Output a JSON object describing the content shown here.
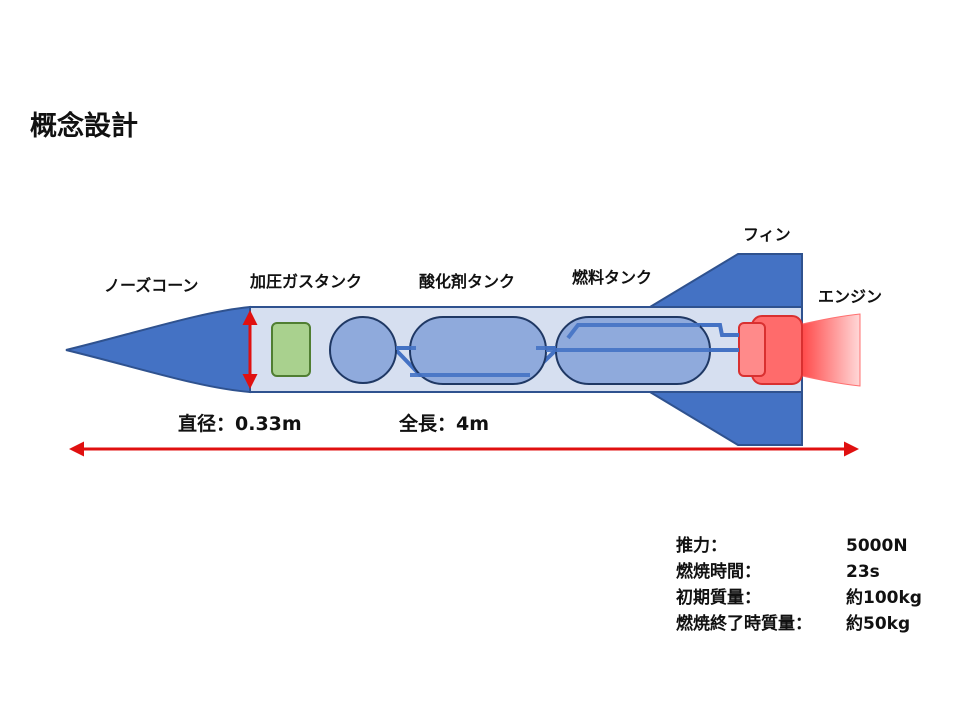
{
  "title": "概念設計",
  "labels": {
    "nose_cone": "ノーズコーン",
    "pressurant_tank": "加圧ガスタンク",
    "oxidizer_tank": "酸化剤タンク",
    "fuel_tank": "燃料タンク",
    "fin": "フィン",
    "engine": "エンジン",
    "diameter": "直径：0.33m",
    "length": "全長：4m"
  },
  "specs": [
    {
      "key": "推力：",
      "value": "5000N"
    },
    {
      "key": "燃焼時間：",
      "value": "23s"
    },
    {
      "key": "初期質量：",
      "value": "約100kg"
    },
    {
      "key": "燃焼終了時質量：",
      "value": "約50kg"
    }
  ],
  "colors": {
    "body_fill": "#d6dff0",
    "nose_fin": "#4472c4",
    "tank": "#8faadc",
    "pipe": "#4472c4",
    "pressurant": "#a9d18e",
    "engine": "#ff6b6b",
    "dimension_arrow": "#e01010"
  }
}
